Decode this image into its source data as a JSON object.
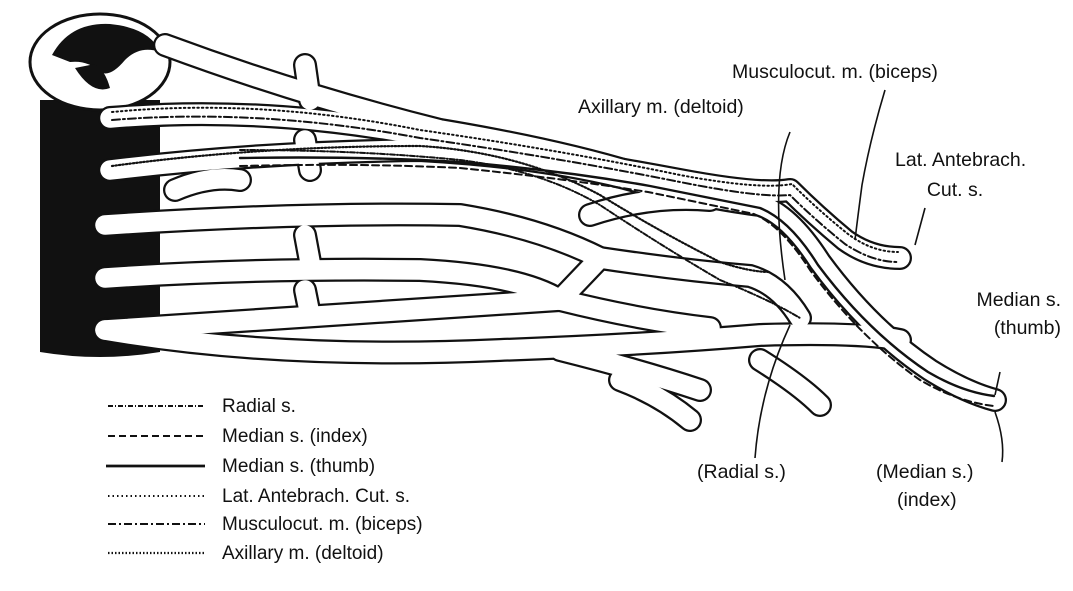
{
  "labels": {
    "musculocut": "Musculocut. m. (biceps)",
    "axillary": "Axillary m. (deltoid)",
    "lat_antebrach_1": "Lat. Antebrach.",
    "lat_antebrach_2": "Cut. s.",
    "median_thumb_1": "Median s.",
    "median_thumb_2": "(thumb)",
    "radial": "(Radial s.)",
    "median_index_1": "(Median s.)",
    "median_index_2": "(index)"
  },
  "legend": [
    {
      "style": "radial",
      "label": "Radial s."
    },
    {
      "style": "median-index",
      "label": "Median s. (index)"
    },
    {
      "style": "median-thumb",
      "label": "Median s. (thumb)"
    },
    {
      "style": "lat-antebrach",
      "label": "Lat. Antebrach. Cut. s."
    },
    {
      "style": "musculocut",
      "label": "Musculocut. m. (biceps)"
    },
    {
      "style": "axillary",
      "label": "Axillary m. (deltoid)"
    }
  ]
}
